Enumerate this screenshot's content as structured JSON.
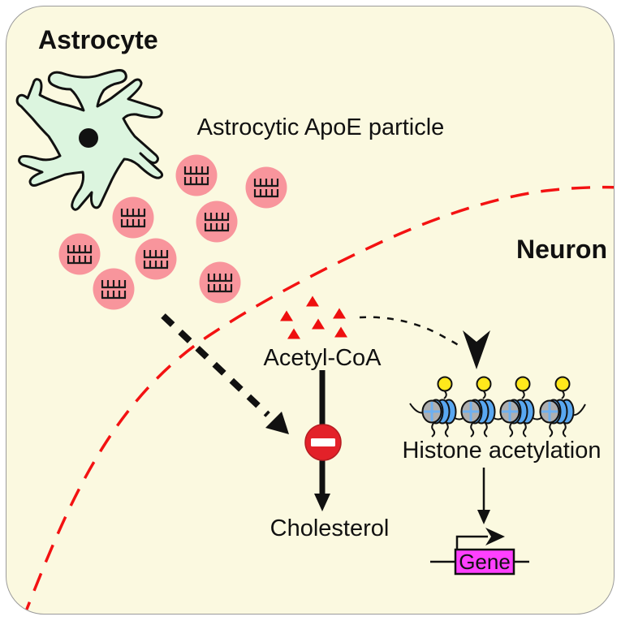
{
  "labels": {
    "astrocyte": "Astrocyte",
    "neuron": "Neuron",
    "apoe_particle": "Astrocytic ApoE particle",
    "acetyl_coa": "Acetyl-CoA",
    "cholesterol": "Cholesterol",
    "histone_acetylation": "Histone acetylation",
    "gene": "Gene"
  },
  "counts": {
    "apoe_particles": 8,
    "acetyl_coa_triangles": 6,
    "nucleosomes": 4,
    "acetyl_marks": 4
  },
  "colors": {
    "background": "#FBF9E0",
    "canvas_border": "#9B9B9B",
    "astrocyte_fill": "#DCF5DF",
    "particle_pink": "#F8959C",
    "particle_hatch": "#1A1A1A",
    "membrane_red": "#F31212",
    "triangle_red": "#EE0F0F",
    "stop_sign_red": "#E32129",
    "stop_bar_white": "#FFFFFF",
    "nucleosome_blue": "#59A7F0",
    "nucleosome_gray": "#AFAFAF",
    "nucleosome_cross": "#6FB0F0",
    "acetyl_yellow": "#FFE81C",
    "gene_magenta": "#FF40FF",
    "ink_black": "#111111"
  }
}
